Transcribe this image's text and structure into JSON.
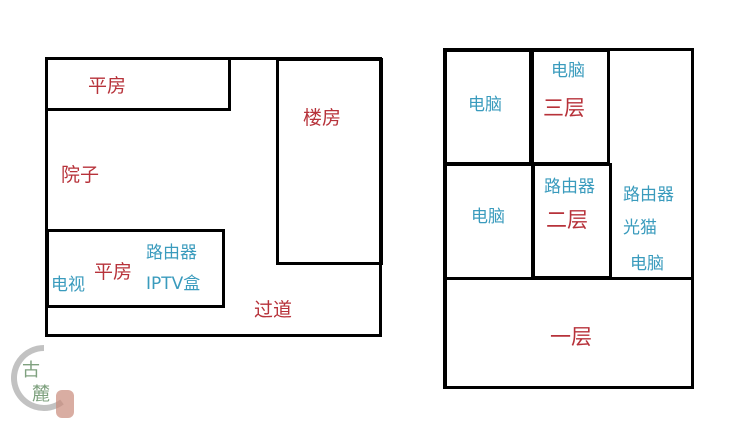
{
  "colors": {
    "room_label": "#b7323a",
    "device_label": "#3a9bbd",
    "wall": "#000000"
  },
  "left_plan": {
    "top_bungalow": {
      "label": "平房"
    },
    "building": {
      "label": "楼房"
    },
    "courtyard": {
      "label": "院子"
    },
    "bottom_bungalow": {
      "label": "平房",
      "devices": [
        "电视",
        "路由器",
        "IPTV盒"
      ]
    },
    "corridor": {
      "label": "过道"
    }
  },
  "right_plan": {
    "floor3": {
      "label": "三层",
      "rooms": [
        {
          "devices": [
            "电脑"
          ]
        },
        {
          "devices": [
            "电脑"
          ]
        },
        {
          "devices": []
        }
      ]
    },
    "floor2": {
      "label": "二层",
      "rooms": [
        {
          "devices": [
            "电脑"
          ]
        },
        {
          "devices": [
            "路由器"
          ]
        },
        {
          "devices": [
            "路由器",
            "光猫",
            "电脑"
          ]
        }
      ]
    },
    "floor1": {
      "label": "一层"
    }
  }
}
